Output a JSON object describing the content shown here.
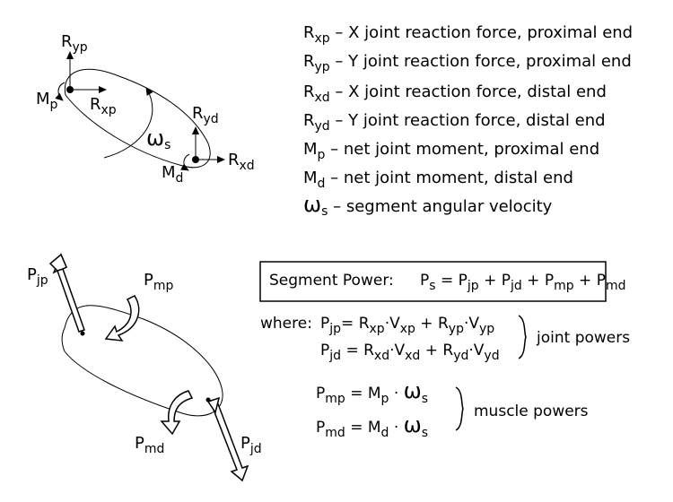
{
  "top_diagram": {
    "ryp": {
      "base": "R",
      "sub": "yp"
    },
    "mp": {
      "base": "M",
      "sub": "p"
    },
    "rxp": {
      "base": "R",
      "sub": "xp"
    },
    "ryd": {
      "base": "R",
      "sub": "yd"
    },
    "omega_s": {
      "base": "ω",
      "sub": "s"
    },
    "md": {
      "base": "M",
      "sub": "d"
    },
    "rxd": {
      "base": "R",
      "sub": "xd"
    }
  },
  "legend": [
    {
      "base": "R",
      "sub": "xp",
      "text": " – X joint reaction force, proximal end"
    },
    {
      "base": "R",
      "sub": "yp",
      "text": " – Y joint reaction force, proximal end"
    },
    {
      "base": "R",
      "sub": "xd",
      "text": " – X joint reaction force, distal end"
    },
    {
      "base": "R",
      "sub": "yd",
      "text": " – Y joint reaction force, distal end"
    },
    {
      "base": "M",
      "sub": "p",
      "text": " – net joint moment, proximal end"
    },
    {
      "base": "M",
      "sub": "d",
      "text": " – net joint moment, distal end"
    },
    {
      "base": "ω",
      "sub": "s",
      "text": " – segment angular velocity"
    }
  ],
  "bottom_diagram": {
    "pjp": {
      "base": "P",
      "sub": "jp"
    },
    "pmp": {
      "base": "P",
      "sub": "mp"
    },
    "pmd": {
      "base": "P",
      "sub": "md"
    },
    "pjd": {
      "base": "P",
      "sub": "jd"
    }
  },
  "segment_power": {
    "label": "Segment Power:",
    "ps": {
      "base": "P",
      "sub": "s"
    },
    "eq": " = ",
    "terms": [
      {
        "base": "P",
        "sub": "jp"
      },
      {
        "base": "P",
        "sub": "jd"
      },
      {
        "base": "P",
        "sub": "mp"
      },
      {
        "base": "P",
        "sub": "md"
      }
    ],
    "plus": " + "
  },
  "where": {
    "label": "where:",
    "jp_eq": {
      "lhs": "P",
      "lhs_sub": "jp",
      "eq": "= R",
      "a": "xp",
      "dot1": "·V",
      "b": "xp",
      "plus": " + R",
      "c": "yp",
      "dot2": "·V",
      "d": "yp"
    },
    "jd_eq": {
      "lhs": "P",
      "lhs_sub": "jd",
      "eq": " = R",
      "a": "xd",
      "dot1": "·V",
      "b": "xd",
      "plus": " + R",
      "c": "yd",
      "dot2": "·V",
      "d": "yd"
    },
    "joint_powers": "joint powers"
  },
  "muscle": {
    "mp_eq": {
      "lhs": "P",
      "lhs_sub": "mp",
      "eq": " = M",
      "a": "p",
      "dot": " · ",
      "w": "ω",
      "w_sub": "s"
    },
    "md_eq": {
      "lhs": "P",
      "lhs_sub": "md",
      "eq": " = M",
      "a": "d",
      "dot": " · ",
      "w": "ω",
      "w_sub": "s"
    },
    "muscle_powers": "muscle powers"
  }
}
